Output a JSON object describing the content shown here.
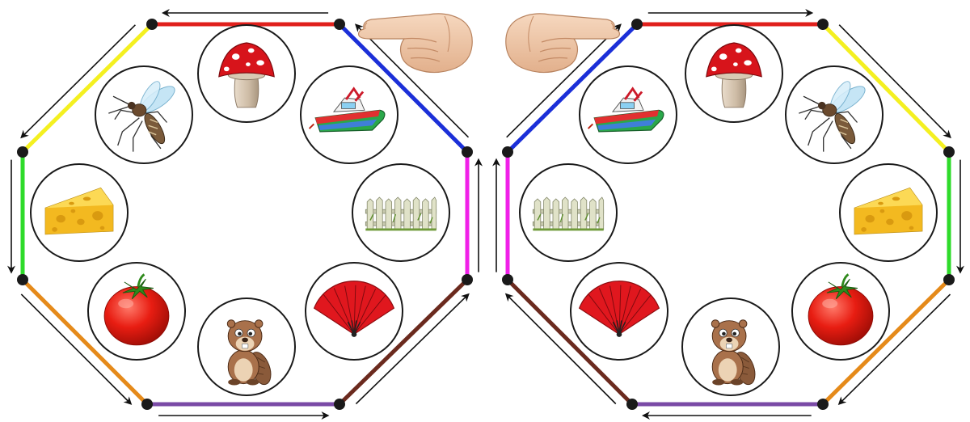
{
  "diagram": {
    "panels": [
      {
        "id": "left",
        "pointer_side": "right",
        "edge_colors": [
          "#e0201c",
          "#1b2fd8",
          "#f020e8",
          "#6b2a1e",
          "#7a4aa6",
          "#e58a1a",
          "#2edb2a",
          "#f4f020"
        ],
        "items": [
          "mushroom",
          "boat",
          "fence",
          "fan",
          "beaver",
          "tomato",
          "cheese",
          "mosquito"
        ]
      },
      {
        "id": "right",
        "pointer_side": "left",
        "edge_colors": [
          "#e0201c",
          "#f4f020",
          "#2edb2a",
          "#e58a1a",
          "#7a4aa6",
          "#6b2a1e",
          "#f020e8",
          "#1b2fd8"
        ],
        "items": [
          "mushroom",
          "mosquito",
          "cheese",
          "tomato",
          "beaver",
          "fan",
          "fence",
          "boat"
        ]
      }
    ],
    "icons": {
      "mushroom": "mushroom-icon",
      "boat": "boat-icon",
      "fence": "fence-icon",
      "fan": "fan-icon",
      "beaver": "beaver-icon",
      "tomato": "tomato-icon",
      "cheese": "cheese-icon",
      "mosquito": "mosquito-icon",
      "pointer": "pointing-hand-icon"
    }
  }
}
